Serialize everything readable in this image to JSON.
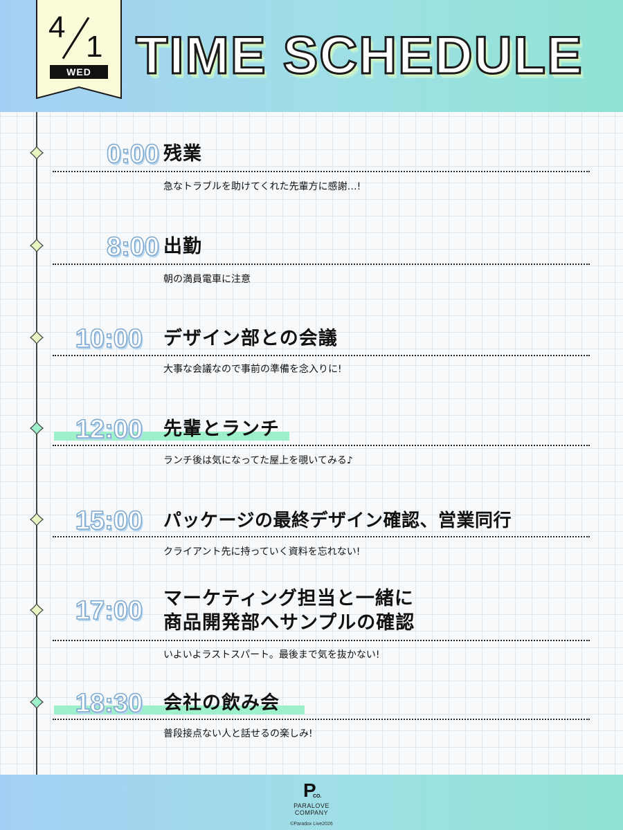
{
  "header": {
    "date_month": "4",
    "date_day": "1",
    "weekday": "WED",
    "title": "TIME SCHEDULE"
  },
  "events": [
    {
      "time": "0:00",
      "title": "残業",
      "note": "急なトラブルを助けてくれた先輩方に感謝…!",
      "highlighted": false
    },
    {
      "time": "8:00",
      "title": "出勤",
      "note": "朝の満員電車に注意",
      "highlighted": false
    },
    {
      "time": "10:00",
      "title": "デザイン部との会議",
      "note": "大事な会議なので事前の準備を念入りに!",
      "highlighted": false
    },
    {
      "time": "12:00",
      "title": "先輩とランチ",
      "note": "ランチ後は気になってた屋上を覗いてみる♪",
      "highlighted": true
    },
    {
      "time": "15:00",
      "title": "パッケージの最終デザイン確認、営業同行",
      "note": "クライアント先に持っていく資料を忘れない!",
      "highlighted": false
    },
    {
      "time": "17:00",
      "title_line1": "マーケティング担当と一緒に",
      "title_line2": "商品開発部へサンプルの確認",
      "note": "いよいよラストスパート。最後まで気を抜かない!",
      "highlighted": false
    },
    {
      "time": "18:30",
      "title": "会社の飲み会",
      "note": "普段接点ない人と話せるの楽しみ!",
      "highlighted": true
    }
  ],
  "footer": {
    "logo_letter": "P",
    "logo_sub": "CO.",
    "company_line1": "PARALOVE",
    "company_line2": "COMPANY",
    "copyright": "©Paradox Live2026"
  },
  "colors": {
    "header_gradient_start": "#a5d0f5",
    "header_gradient_end": "#8fe3d2",
    "highlight": "#9df0c9",
    "time_outline": "#7fa9cf",
    "date_tag_bg": "#fbfbd9"
  }
}
